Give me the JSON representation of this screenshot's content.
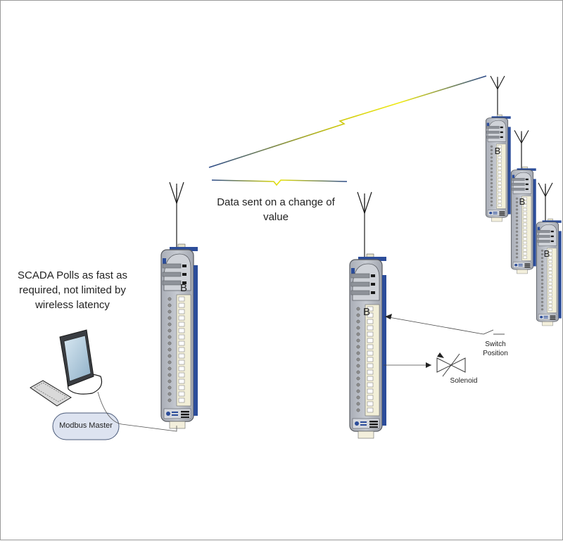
{
  "labels": {
    "data_sent": "Data sent on a change of value",
    "scada_polls": "SCADA Polls as fast as required, not limited by wireless latency",
    "modbus_master": "Modbus Master",
    "switch_position": "Switch Position",
    "solenoid": "Solenoid",
    "module_letter": "B"
  },
  "colors": {
    "radio_link": "#e8e30a",
    "radio_link_dark": "#2b4a8a",
    "module_body": "#b8bcc4",
    "module_rail": "#2c4d9a",
    "modbus_bubble": "#dde3f0"
  },
  "icons": {
    "antenna": "antenna-icon",
    "computer": "computer-icon",
    "keyboard": "keyboard-icon",
    "switch": "switch-icon",
    "solenoid_valve": "solenoid-valve-icon",
    "io_module": "io-module-icon"
  }
}
